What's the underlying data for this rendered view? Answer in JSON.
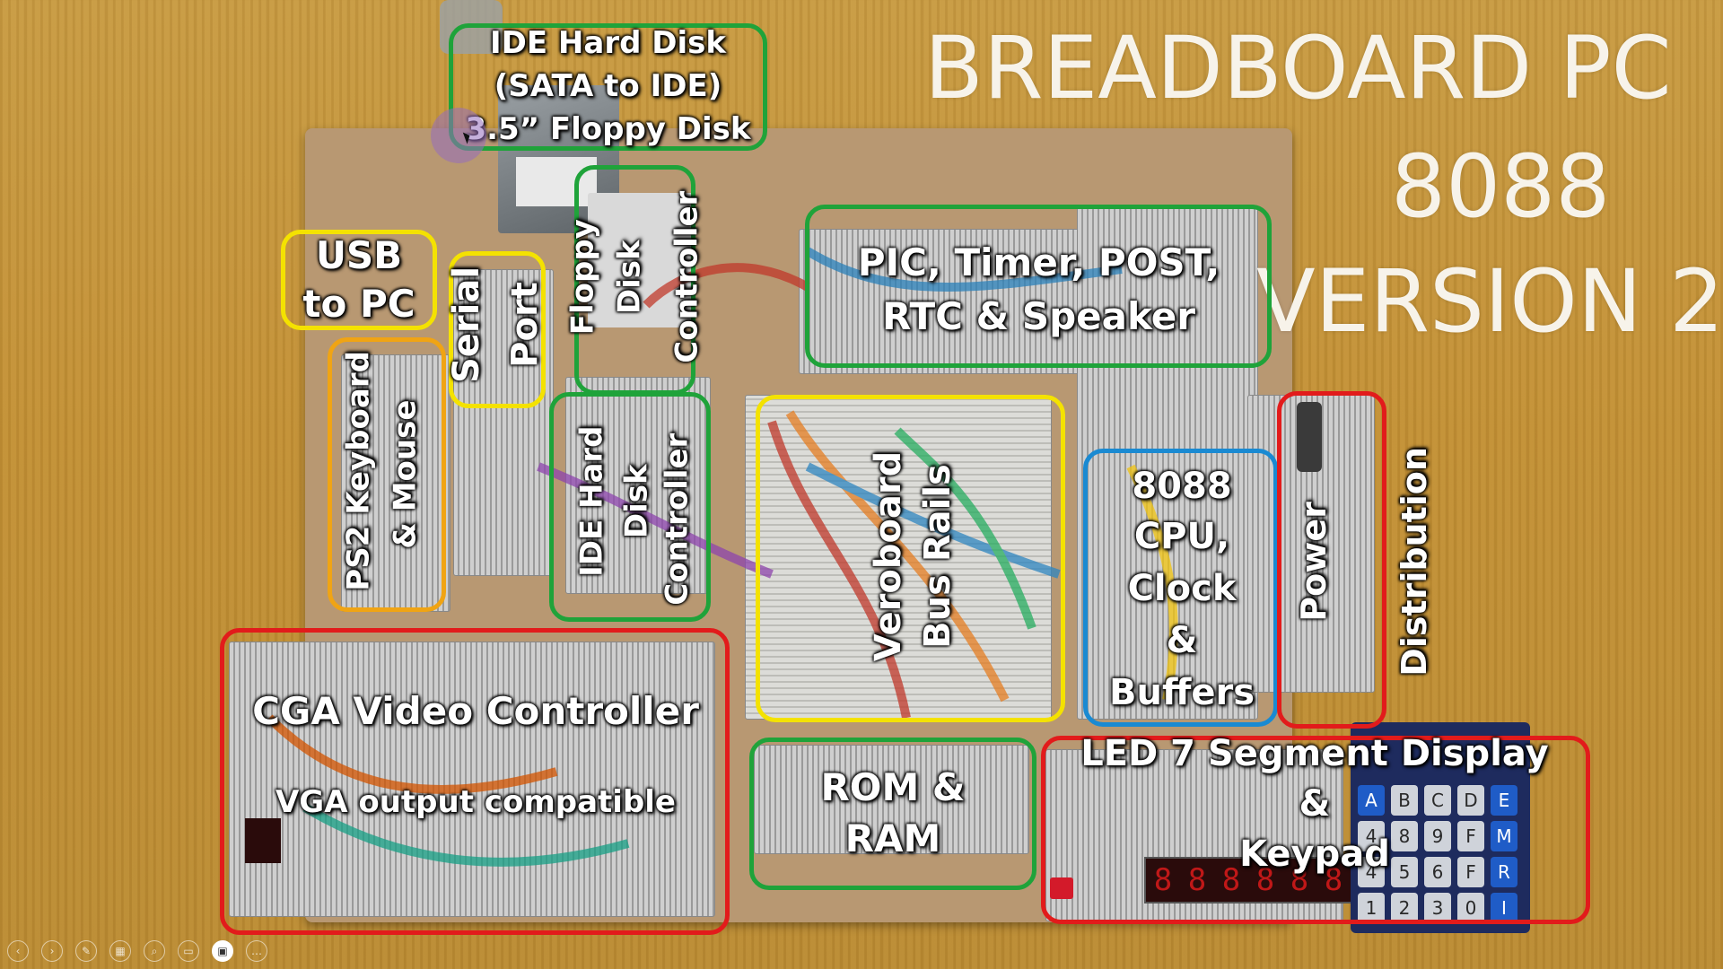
{
  "title": {
    "line1": "BREADBOARD PC",
    "line2": "8088",
    "line3": "VERSION 2"
  },
  "labels": {
    "ide_hard_disk": "IDE Hard Disk",
    "sata_to_ide": "(SATA to IDE)",
    "floppy_disk": "3.5” Floppy Disk",
    "usb": "USB",
    "to_pc": "to PC",
    "serial": "Serial",
    "port": "Port",
    "floppy_ctrl_1": "Floppy",
    "floppy_ctrl_2": "Disk",
    "floppy_ctrl_3": "Controller",
    "pic_line1": "PIC, Timer, POST,",
    "pic_line2": "RTC & Speaker",
    "ps2_line1": "PS2 Keyboard",
    "ps2_line2": "& Mouse",
    "ide_ctrl_1": "IDE Hard",
    "ide_ctrl_2": "Disk",
    "ide_ctrl_3": "Controller",
    "vero_1": "Veroboard",
    "vero_2": "Bus Rails",
    "cpu_1": "8088",
    "cpu_2": "CPU,",
    "cpu_3": "Clock",
    "cpu_4": "&",
    "cpu_5": "Buffers",
    "power_1": "Power",
    "power_2": "Distribution",
    "cga_1": "CGA Video Controller",
    "cga_2": "VGA output compatible",
    "rom_1": "ROM &",
    "rom_2": "RAM",
    "led_1": "LED 7 Segment Display",
    "led_2": "&",
    "led_3": "Keypad"
  },
  "keypad": {
    "keys": [
      "A",
      "B",
      "C",
      "D",
      "E",
      "4",
      "8",
      "9",
      "F",
      "M",
      "4",
      "5",
      "6",
      "F",
      "R",
      "1",
      "2",
      "3",
      "0",
      "I"
    ]
  },
  "seg_display": {
    "digits": [
      "8",
      "8",
      "8",
      "8",
      "8",
      "8"
    ]
  },
  "toolbar": {
    "icons": [
      "prev-icon",
      "next-icon",
      "pen-icon",
      "slides-icon",
      "zoom-icon",
      "subtitles-icon",
      "camera-icon",
      "more-icon"
    ],
    "glyphs": [
      "‹",
      "›",
      "✎",
      "▦",
      "⌕",
      "▭",
      "▣",
      "…"
    ]
  },
  "colors": {
    "green": "#1fa33a",
    "yellow": "#f4e200",
    "orange": "#f0a414",
    "red": "#e21b1b",
    "blue": "#1a8ad2"
  }
}
